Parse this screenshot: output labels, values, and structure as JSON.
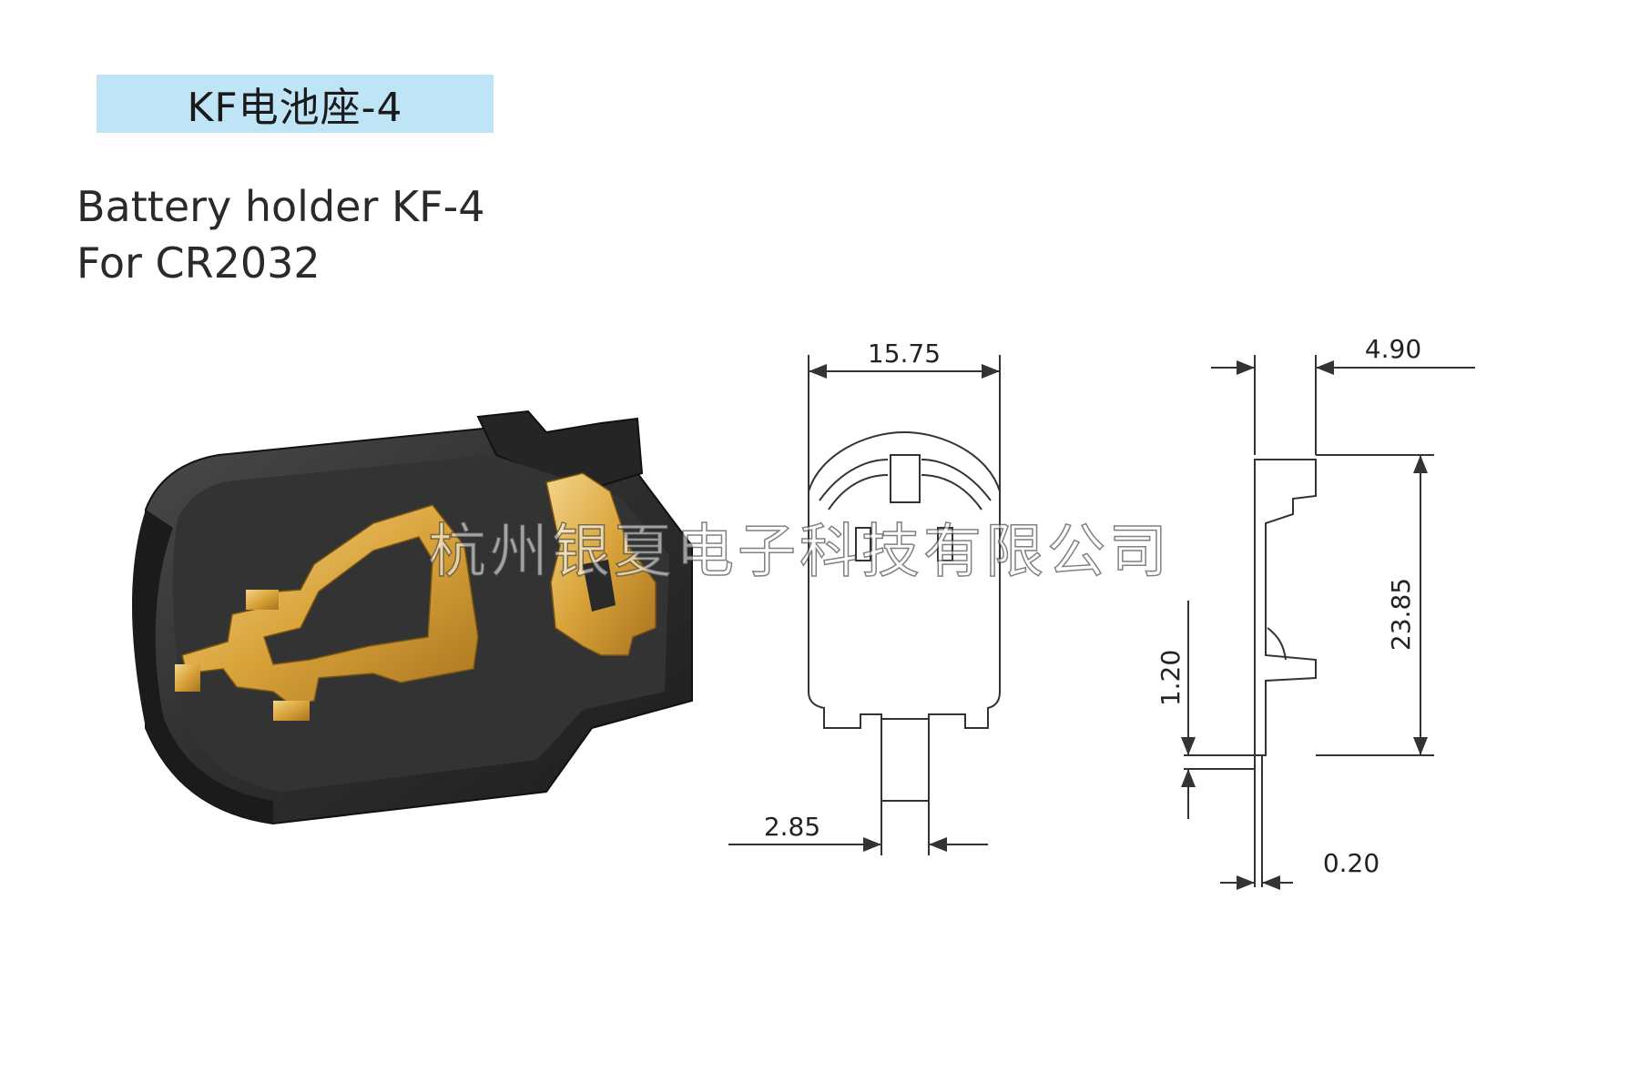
{
  "header": {
    "badge_text": "KF电池座-4",
    "subtitle_line1": "Battery holder KF-4",
    "subtitle_line2": "For CR2032"
  },
  "front_view": {
    "width_dim": "15.75",
    "pin_dim": "2.85"
  },
  "side_view": {
    "depth_dim": "4.90",
    "height_dim": "23.85",
    "step_dim": "1.20",
    "pin_dim": "0.20"
  },
  "watermark": "杭州银夏电子科技有限公司",
  "colors": {
    "badge_bg": "#bfe4f5",
    "holder_body": "#2e2e2e",
    "contact_gold": "#d9a33a",
    "line": "#333333"
  }
}
